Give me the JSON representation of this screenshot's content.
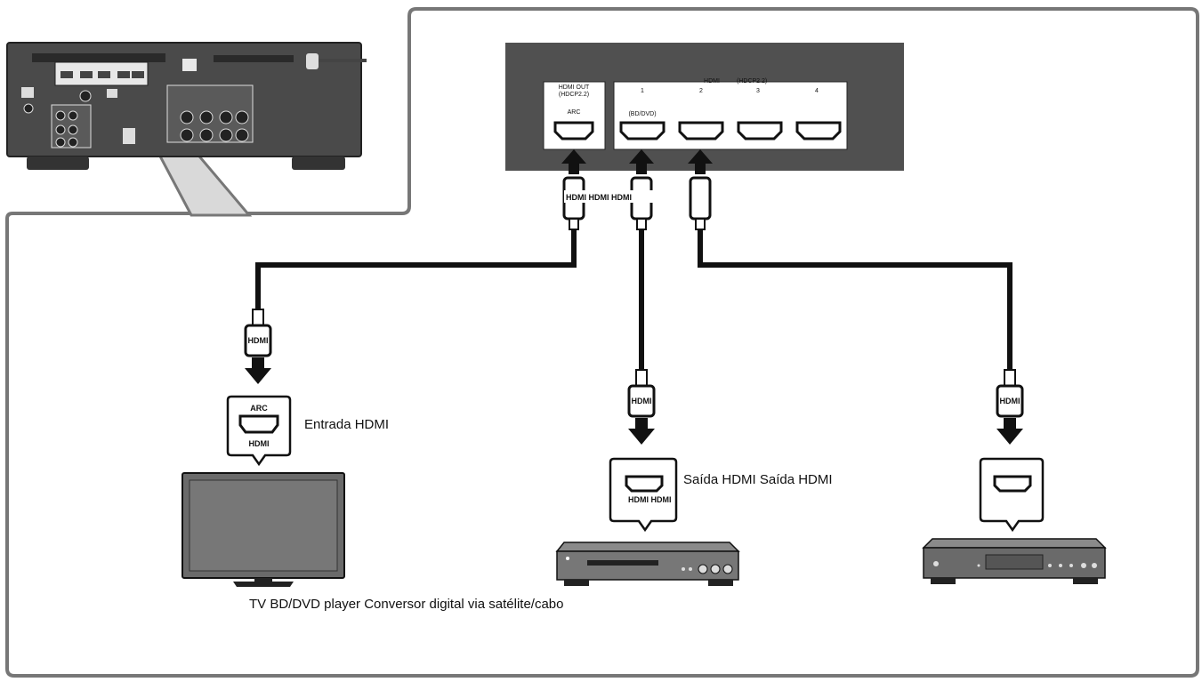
{
  "receiver_panel": {
    "hdmi_out_label": "HDMI OUT",
    "hdmi_out_sub": "(HDCP2.2)",
    "arc_label": "ARC",
    "hdmi_in_label": "HDMI",
    "hdmi_in_sub": "(HDCP2.2)",
    "port_numbers": [
      "1",
      "2",
      "3",
      "4"
    ],
    "port1_sub": "(BD/DVD)"
  },
  "cable_labels": {
    "top_cluster": "HDMI HDMI HDMI",
    "plug": "HDMI"
  },
  "tv": {
    "port_top": "ARC",
    "port_bottom": "HDMI",
    "caption": "Entrada HDMI"
  },
  "bd_player": {
    "port_bottom": "HDMI HDMI",
    "caption": "Saída HDMI Saída HDMI"
  },
  "footer_caption": "TV BD/DVD player Conversor digital via satélite/cabo",
  "colors": {
    "panel": "#505050",
    "outline": "#666666",
    "cable": "#111111"
  }
}
